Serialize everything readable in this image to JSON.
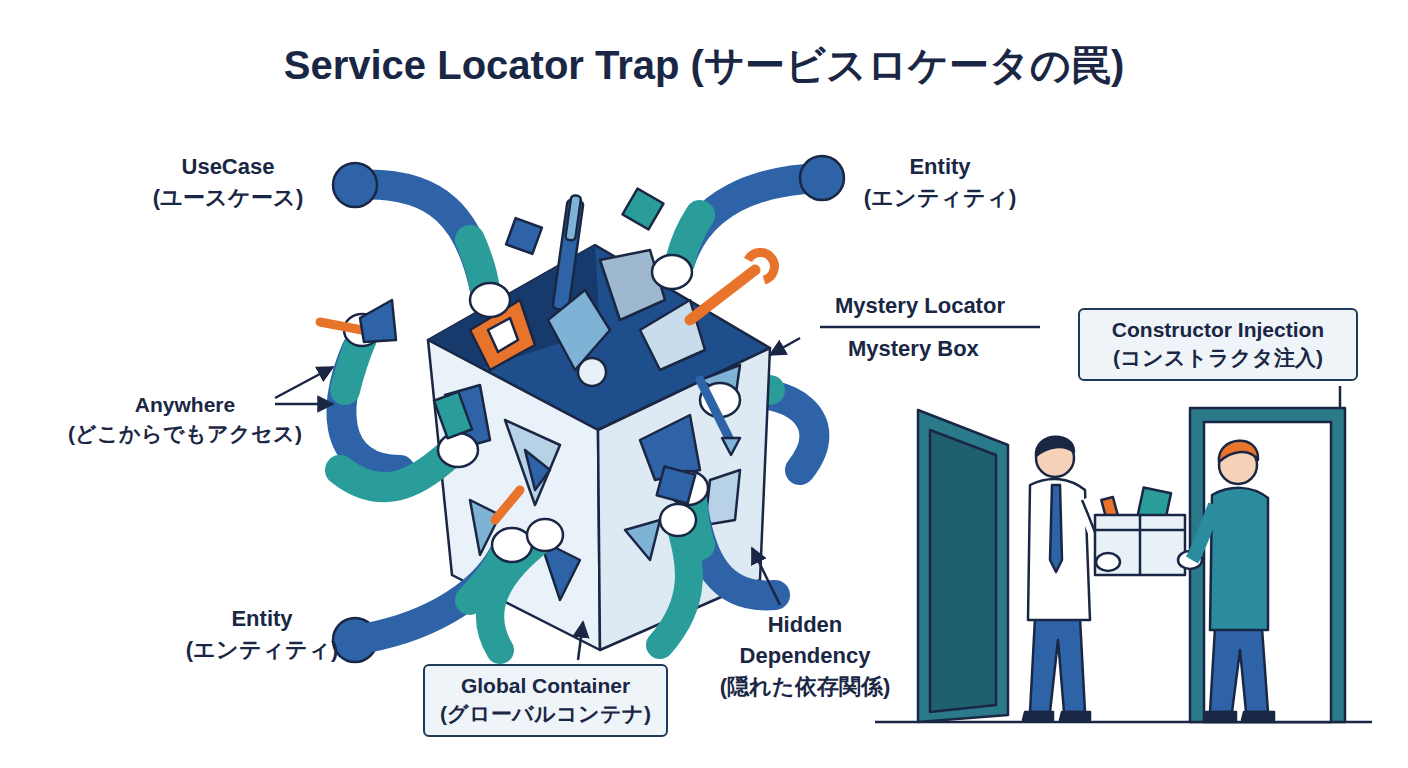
{
  "diagram": {
    "title": "Service Locator Trap (サービスロケータの罠)",
    "nodes": [
      {
        "text": [
          "Constructor Injection (コンストラクタ注入)"
        ]
      },
      {
        "text": [
          "Global Container (グローバルコンテナ)"
        ]
      }
    ],
    "labels": [
      "UseCase (ユースケース)",
      "Entity (エンティティ)",
      "Mystery Locator",
      "Mystery Box",
      "Anywhere (どこからでもアクセス)",
      "Entity (エンティティ)",
      "Hidden Dependency (隠れた依存関係)"
    ]
  }
}
